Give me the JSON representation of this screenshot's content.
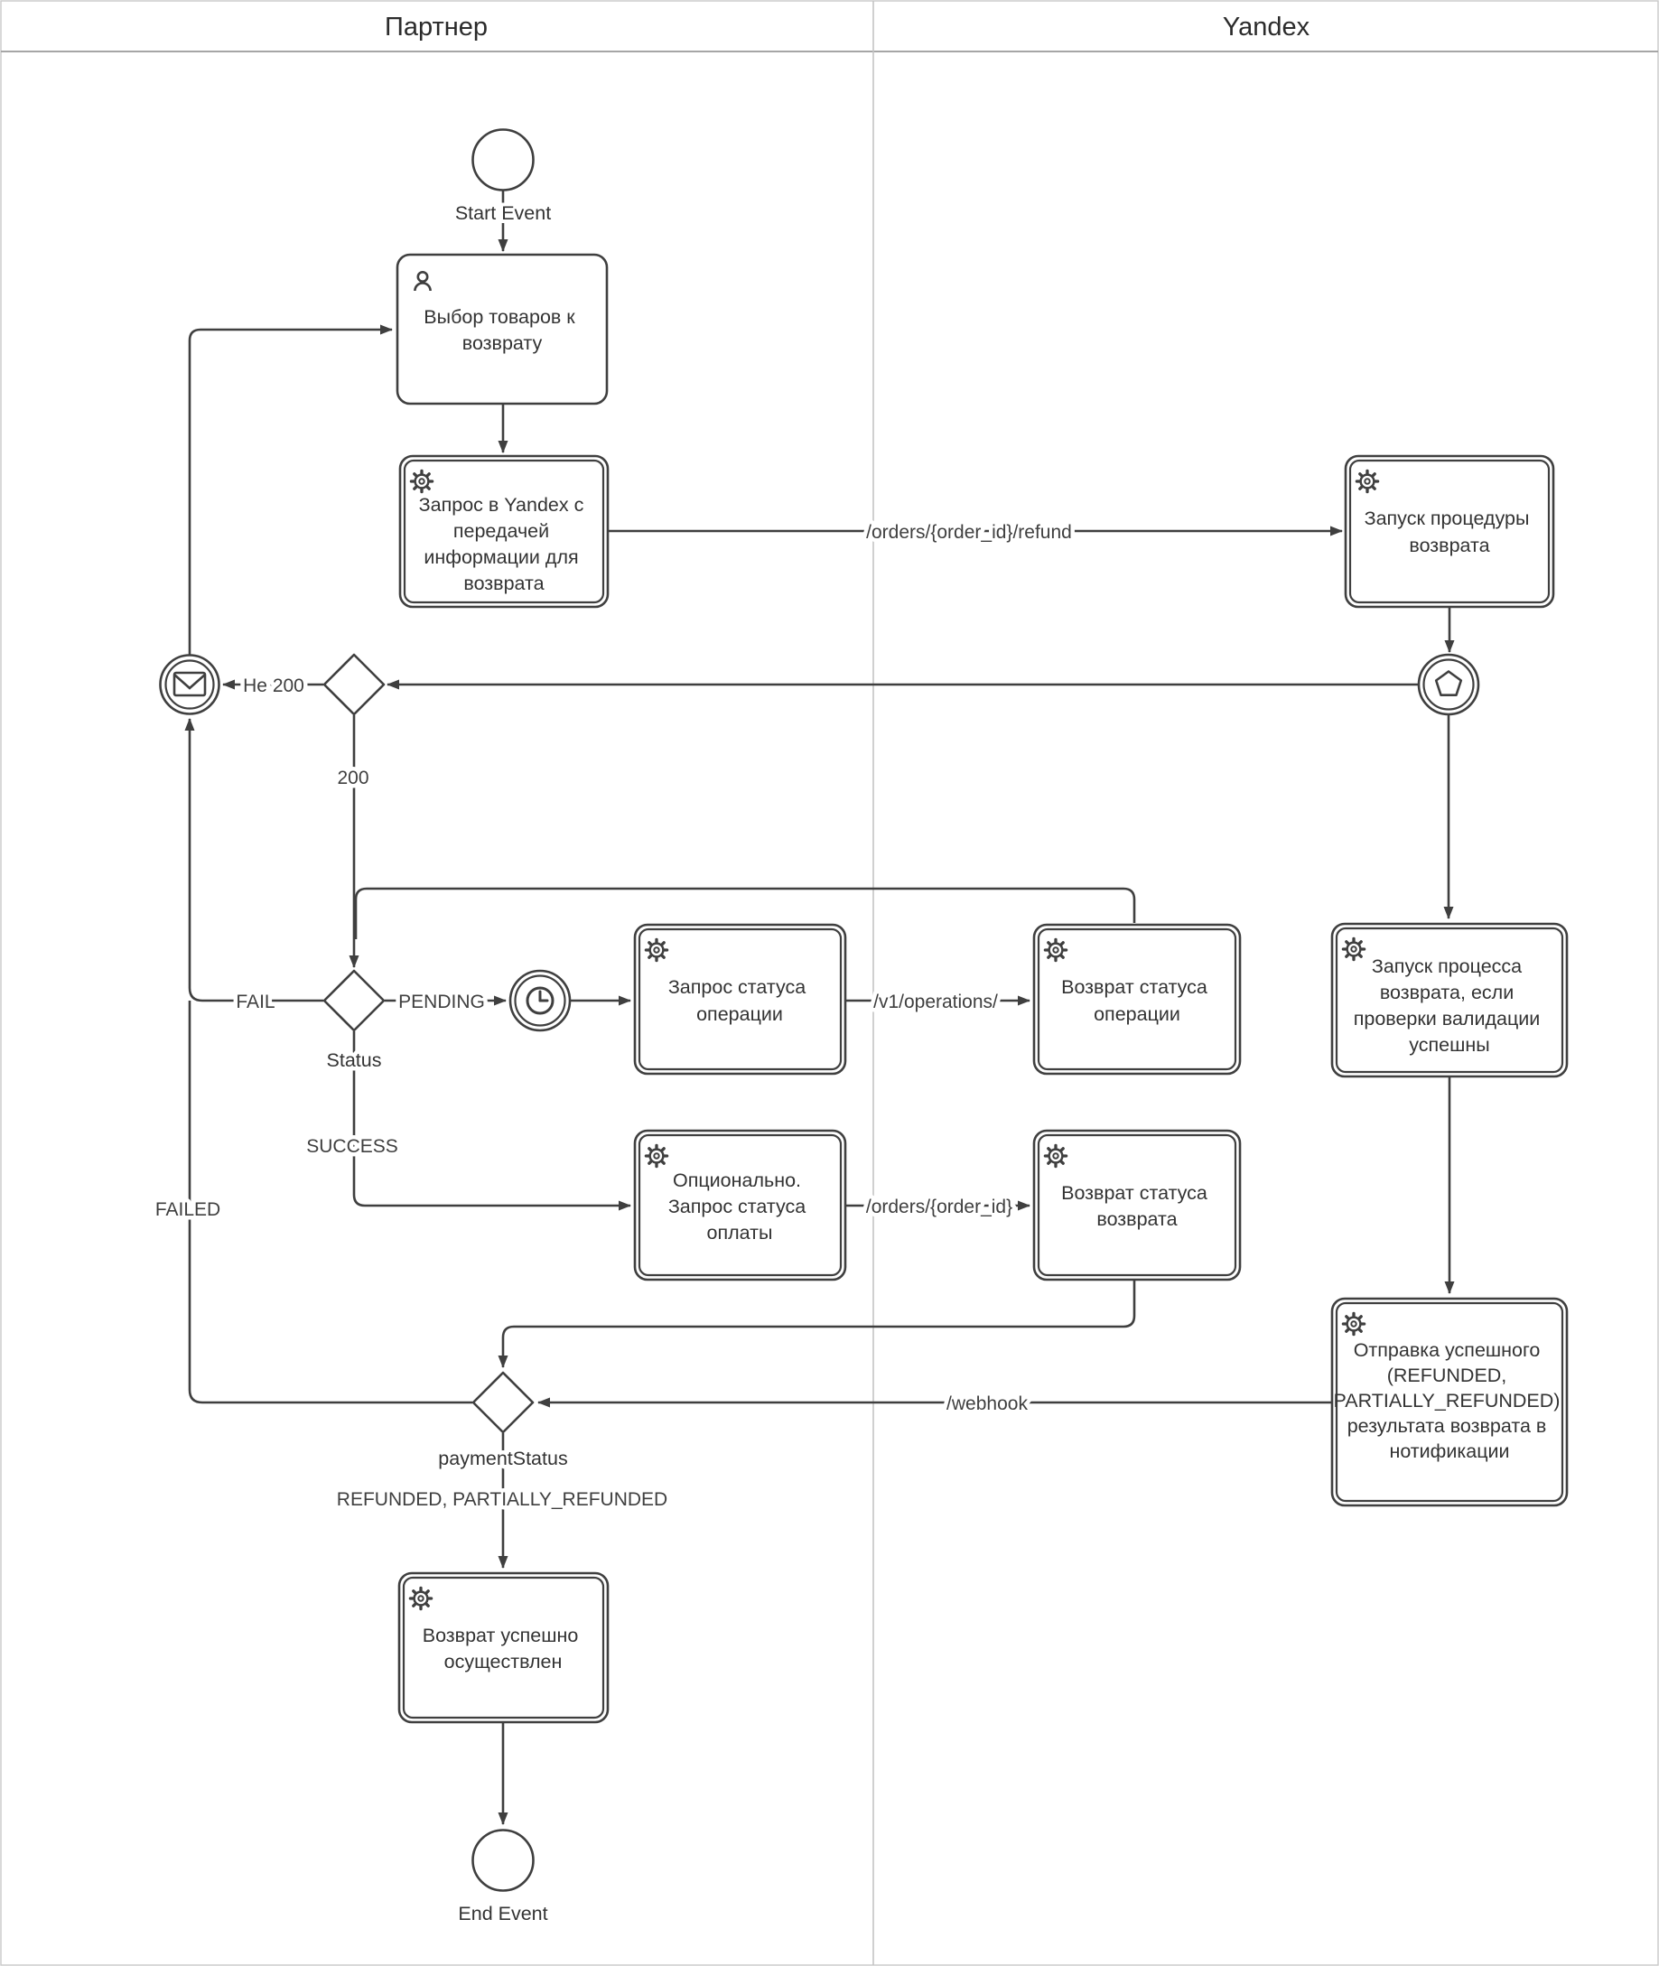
{
  "lanes": {
    "partner": "Партнер",
    "yandex": "Yandex"
  },
  "events": {
    "start": {
      "label": "Start Event"
    },
    "end": {
      "label": "End Event"
    },
    "message": {
      "icon": "envelope-icon"
    },
    "link": {
      "icon": "pentagon-icon"
    },
    "timer": {
      "icon": "clock-icon"
    }
  },
  "tasks": {
    "select_goods": {
      "icon": "user-icon",
      "lines": [
        "Выбор товаров к",
        "возврату"
      ]
    },
    "request_refund": {
      "icon": "gear-icon",
      "lines": [
        "Запрос в Yandex с",
        "передачей",
        "информации для",
        "возврата"
      ]
    },
    "start_refund_procedure": {
      "icon": "gear-icon",
      "lines": [
        "Запуск процедуры",
        "возврата"
      ]
    },
    "poll_operation_status": {
      "icon": "gear-icon",
      "lines": [
        "Запрос статуса",
        "операции"
      ]
    },
    "return_operation_status": {
      "icon": "gear-icon",
      "lines": [
        "Возврат статуса",
        "операции"
      ]
    },
    "optional_payment_status": {
      "icon": "gear-icon",
      "lines": [
        "Опционально.",
        "Запрос статуса",
        "оплаты"
      ]
    },
    "return_refund_status": {
      "icon": "gear-icon",
      "lines": [
        "Возврат статуса",
        "возврата"
      ]
    },
    "start_refund_process": {
      "icon": "gear-icon",
      "lines": [
        "Запуск процесса",
        "возврата, если",
        "проверки валидации",
        "успешны"
      ]
    },
    "send_success_result": {
      "icon": "gear-icon",
      "lines": [
        "Отправка успешного",
        "(REFUNDED,",
        "PARTIALLY_REFUNDED)",
        "результата возврата в",
        "нотификации"
      ]
    },
    "refund_completed": {
      "icon": "gear-icon",
      "lines": [
        "Возврат успешно",
        "осуществлен"
      ]
    }
  },
  "gateways": {
    "status": {
      "label": "Status"
    },
    "payment_status": {
      "label": "paymentStatus"
    }
  },
  "edge_labels": {
    "refund_endpoint": "/orders/{order_id}/refund",
    "not_200": "Не 200",
    "code_200": "200",
    "fail": "FAIL",
    "pending": "PENDING",
    "success": "SUCCESS",
    "failed": "FAILED",
    "operations_endpoint": "/v1/operations/",
    "order_endpoint": "/orders/{order_id}",
    "webhook": "/webhook",
    "refunded_condition": "REFUNDED, PARTIALLY_REFUNDED"
  },
  "colors": {
    "shape_stroke": "#3f3f3f",
    "text": "#333333",
    "lane_border": "#c4c4c4",
    "background": "#ffffff"
  }
}
